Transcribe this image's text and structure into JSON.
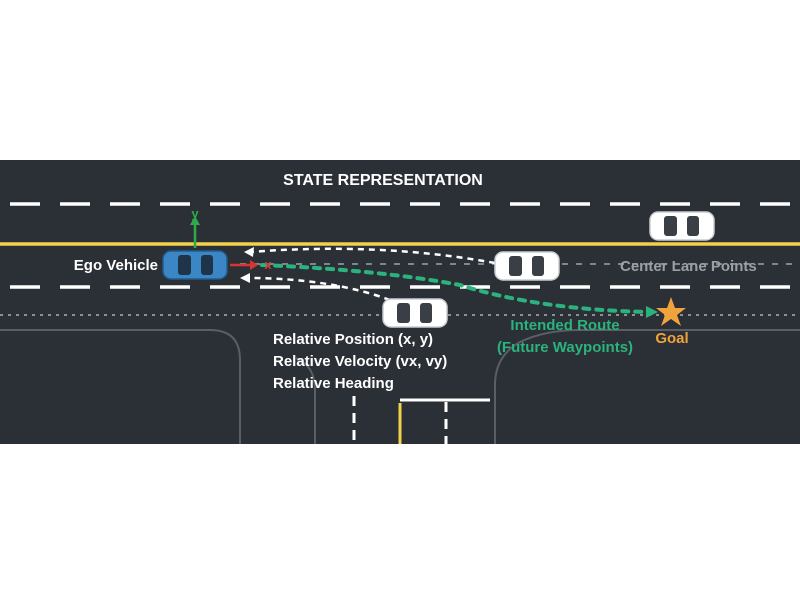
{
  "title": "STATE REPRESENTATION",
  "labels": {
    "ego_vehicle": "Ego Vehicle",
    "axis_y": "y",
    "axis_x": "x",
    "center_lane_points": "Center Lane Points",
    "relative_position": "Relative Position (x, y)",
    "relative_velocity": "Relative Velocity (vx, vy)",
    "relative_heading": "Relative Heading",
    "intended_route": "Intended Route",
    "future_waypoints": "(Future Waypoints)",
    "goal": "Goal"
  },
  "colors": {
    "road": "#2b2f36",
    "lane_marking": "#ffffff",
    "center_line": "#f2d14b",
    "ego": "#3b86c4",
    "route": "#2bb37d",
    "goal": "#f0a33a",
    "axis_y": "#2eaa4a",
    "axis_x": "#d93333",
    "lane_points": "#9aa0a6"
  },
  "icons": {
    "goal": "star-icon",
    "vehicle": "car-icon"
  }
}
